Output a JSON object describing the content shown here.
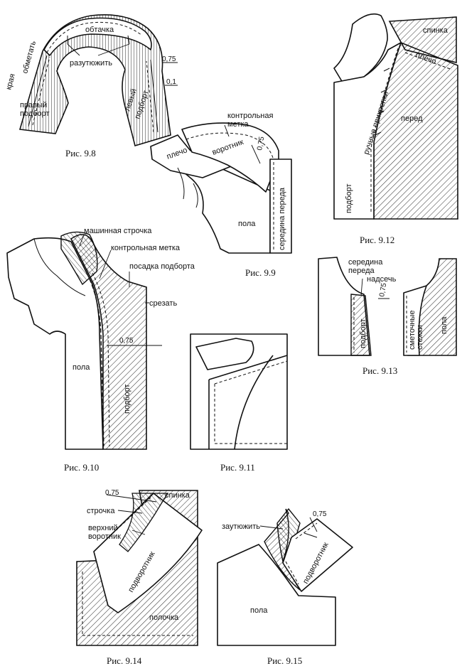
{
  "figures": {
    "f98": {
      "caption": "Рис. 9.8",
      "labels": {
        "edges": "края",
        "overcast": "обметать",
        "facing": "обтачка",
        "press_open": "разутюжить",
        "right_facing_1": "правый",
        "right_facing_2": "подборт",
        "left_facing_1": "левый",
        "left_facing_2": "подборт",
        "dim1": "0,75",
        "dim2": "0,1"
      }
    },
    "f99": {
      "caption": "Рис. 9.9",
      "labels": {
        "control_1": "контрольная",
        "control_2": "метка",
        "dim": "0,75",
        "shoulder": "плечо",
        "collar": "воротник",
        "front_center": "середина переда",
        "pola": "пола"
      }
    },
    "f910": {
      "caption": "Рис. 9.10",
      "labels": {
        "machine_stitch": "машинная строчка",
        "control_mark": "контрольная метка",
        "ease_facing": "посадка подборта",
        "cut": "срезать",
        "dim": "0,75",
        "pola": "пола",
        "facing": "подборт"
      }
    },
    "f911": {
      "caption": "Рис. 9.11"
    },
    "f912": {
      "caption": "Рис. 9.12",
      "labels": {
        "back": "спинка",
        "shoulder": "плечо",
        "hand_tacks": "ручные прикрепки",
        "front": "перед",
        "facing": "подборт"
      }
    },
    "f913": {
      "caption": "Рис. 9.13",
      "labels": {
        "center_1": "середина",
        "center_2": "переда",
        "notch": "надсечь",
        "dim": "0,75",
        "facing": "подборт",
        "basting_1": "сметочные",
        "basting_2": "стежки",
        "pola": "пола"
      }
    },
    "f914": {
      "caption": "Рис. 9.14",
      "labels": {
        "dim": "0,75",
        "back": "спинка",
        "stitch": "строчка",
        "upper_1": "верхний",
        "upper_2": "воротник",
        "undercollar": "подворотник",
        "shelf": "полочка"
      }
    },
    "f915": {
      "caption": "Рис. 9.15",
      "labels": {
        "press_thin": "заутюжить",
        "dim": "0,75",
        "undercollar": "подворотник",
        "pola": "пола"
      }
    }
  }
}
